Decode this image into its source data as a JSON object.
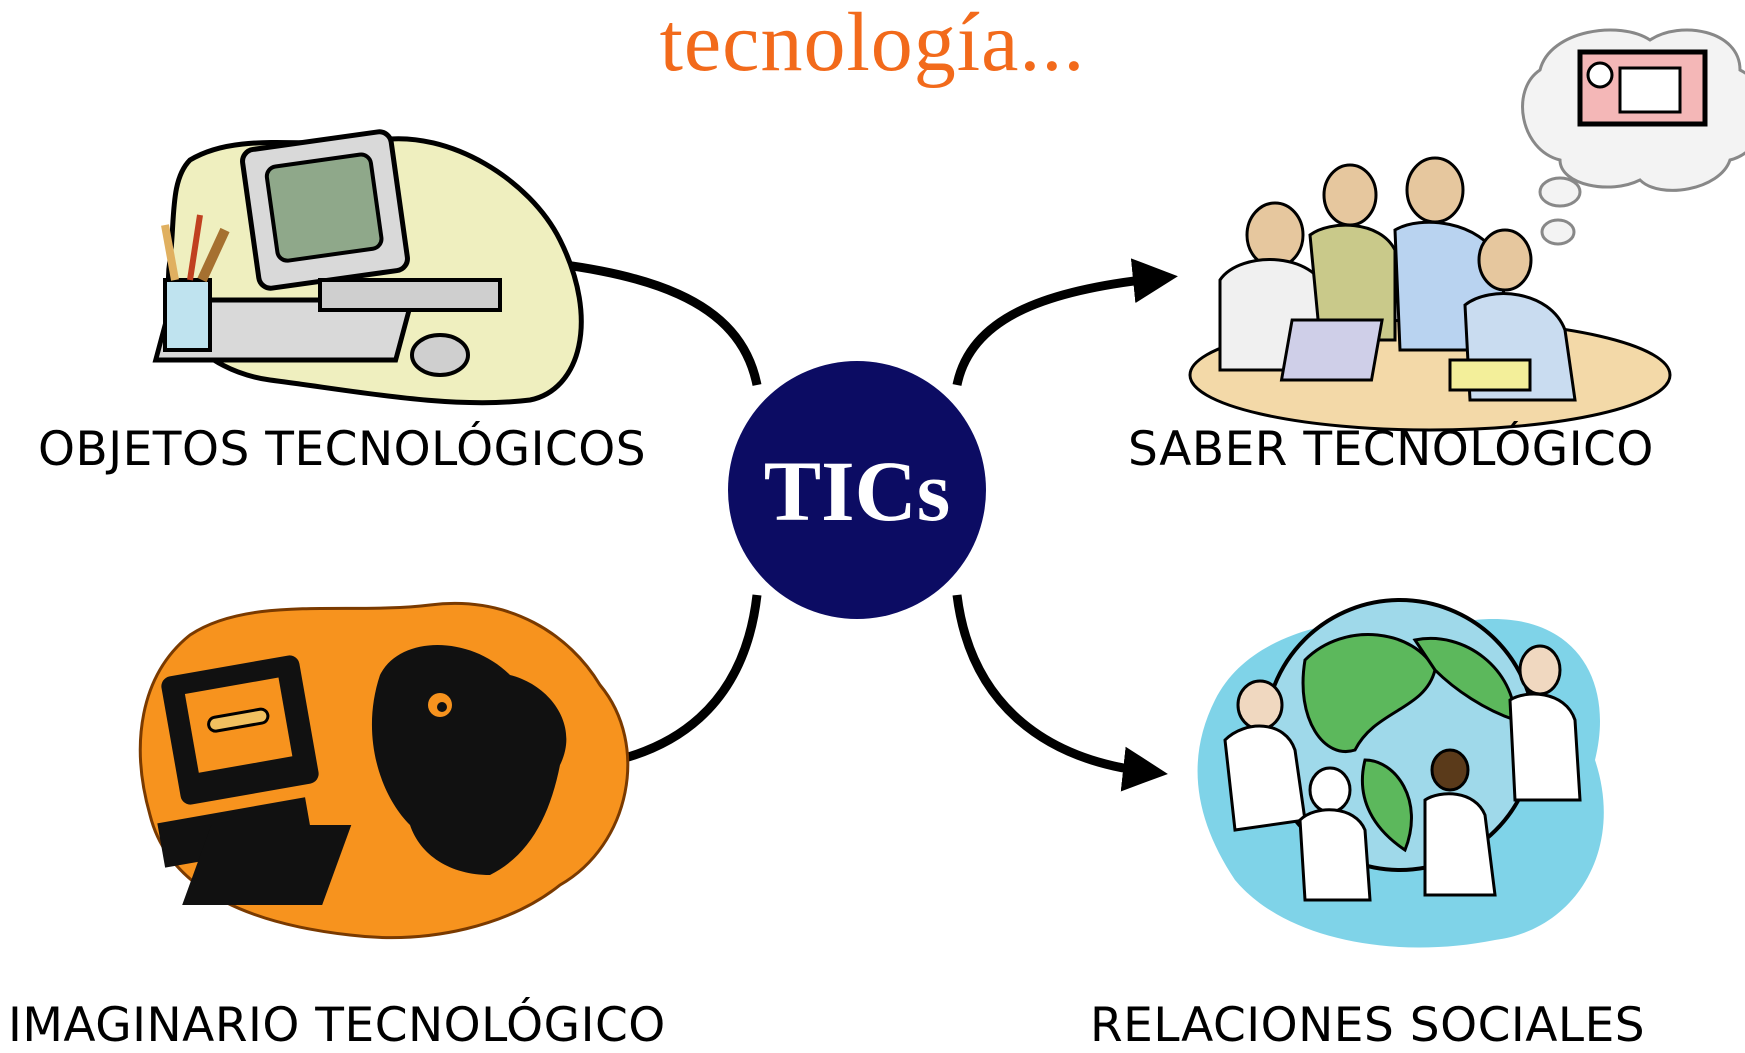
{
  "title": "tecnología...",
  "hub": {
    "label": "TICs",
    "color": "#0c0c63"
  },
  "nodes": {
    "objetos": {
      "label": "OBJETOS TECNOLÓGICOS",
      "icon": "computer-clipart"
    },
    "saber": {
      "label": "SABER TECNOLÓGICO",
      "icon": "business-team-clipart"
    },
    "imaginario": {
      "label": "IMAGINARIO TECNOLÓGICO",
      "icon": "dog-computer-clipart"
    },
    "relaciones": {
      "label": "RELACIONES SOCIALES",
      "icon": "globe-people-clipart"
    }
  },
  "colors": {
    "title": "#f26a1b",
    "arrows": "#000000",
    "orange_blob": "#f7931e",
    "globe_water": "#7fd3e8"
  }
}
